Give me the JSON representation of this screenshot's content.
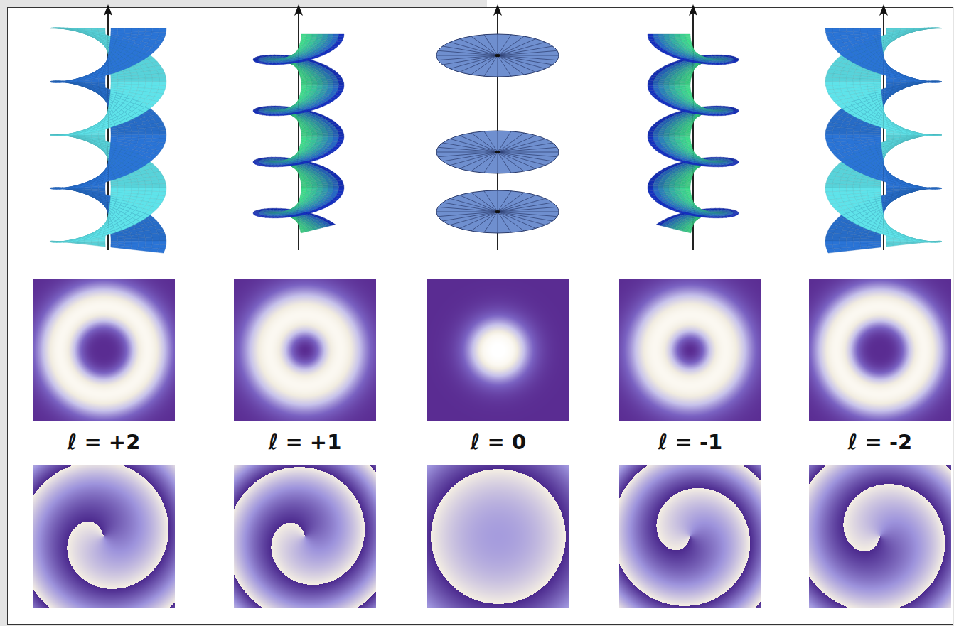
{
  "diagram": {
    "labels": [
      "ℓ = +2",
      "ℓ = +1",
      "ℓ = 0",
      "ℓ = -1",
      "ℓ = -2"
    ]
  }
}
